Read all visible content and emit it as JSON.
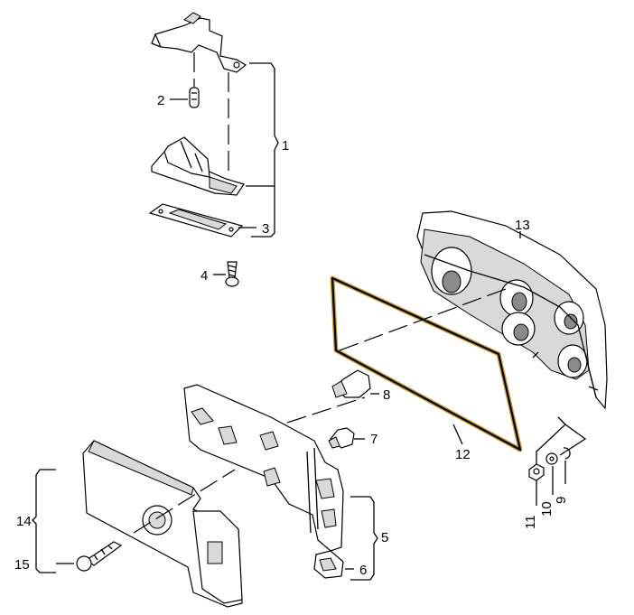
{
  "callouts": {
    "c1": "1",
    "c2": "2",
    "c3": "3",
    "c4": "4",
    "c5": "5",
    "c6": "6",
    "c7": "7",
    "c8": "8",
    "c9": "9",
    "c10": "10",
    "c11": "11",
    "c12": "12",
    "c13": "13",
    "c14": "14",
    "c15": "15"
  },
  "colors": {
    "highlight_gasket": "#c8a040",
    "line": "#000000",
    "background": "#ffffff"
  }
}
